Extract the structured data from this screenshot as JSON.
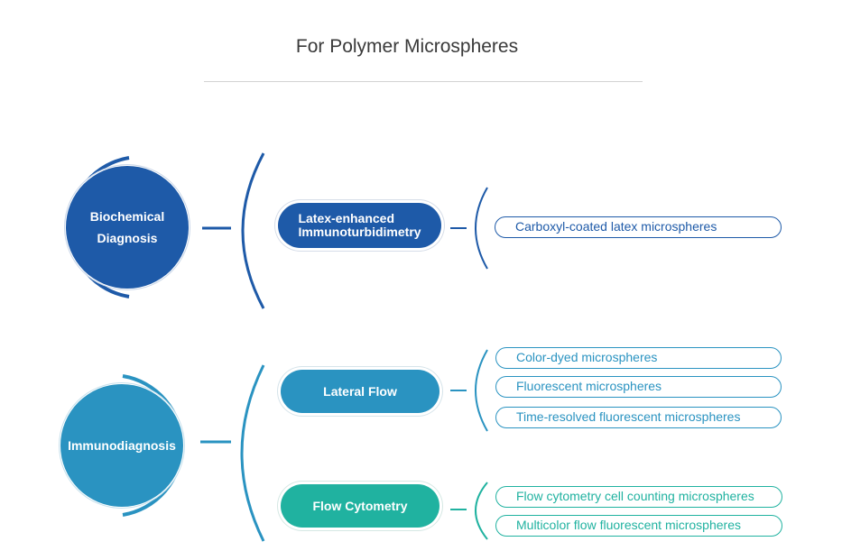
{
  "title": "For Polymer Microspheres",
  "colors": {
    "dark_blue": "#1e5aa8",
    "mid_blue": "#2a93c1",
    "teal": "#20b2a0",
    "title_text": "#3a3a3a",
    "rule": "#d2d2d2"
  },
  "categories": [
    {
      "label": "Biochemical\nDiagnosis",
      "methods": [
        {
          "label": "Latex-enhanced\nImmunoturbidimetry",
          "products": [
            "Carboxyl-coated latex microspheres"
          ]
        }
      ]
    },
    {
      "label": "Immunodiagnosis",
      "methods": [
        {
          "label": "Lateral Flow",
          "products": [
            "Color-dyed microspheres",
            "Fluorescent microspheres",
            "Time-resolved fluorescent microspheres"
          ]
        },
        {
          "label": "Flow Cytometry",
          "products": [
            "Flow cytometry cell counting microspheres",
            "Multicolor flow fluorescent microspheres"
          ]
        }
      ]
    }
  ]
}
